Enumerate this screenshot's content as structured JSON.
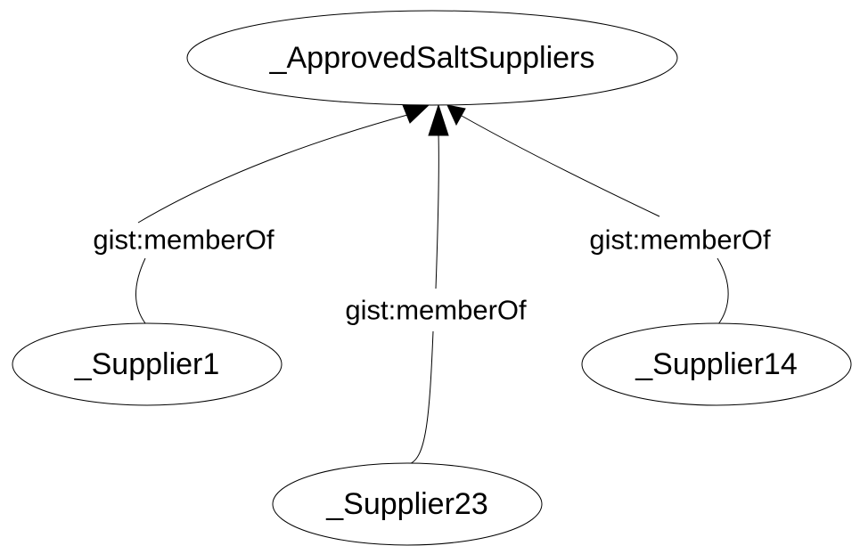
{
  "diagram": {
    "nodes": {
      "target": {
        "label": "_ApprovedSaltSuppliers"
      },
      "supplier1": {
        "label": "_Supplier1"
      },
      "supplier23": {
        "label": "_Supplier23"
      },
      "supplier14": {
        "label": "_Supplier14"
      }
    },
    "edges": [
      {
        "from": "_Supplier1",
        "to": "_ApprovedSaltSuppliers",
        "label": "gist:memberOf"
      },
      {
        "from": "_Supplier23",
        "to": "_ApprovedSaltSuppliers",
        "label": "gist:memberOf"
      },
      {
        "from": "_Supplier14",
        "to": "_ApprovedSaltSuppliers",
        "label": "gist:memberOf"
      }
    ]
  }
}
